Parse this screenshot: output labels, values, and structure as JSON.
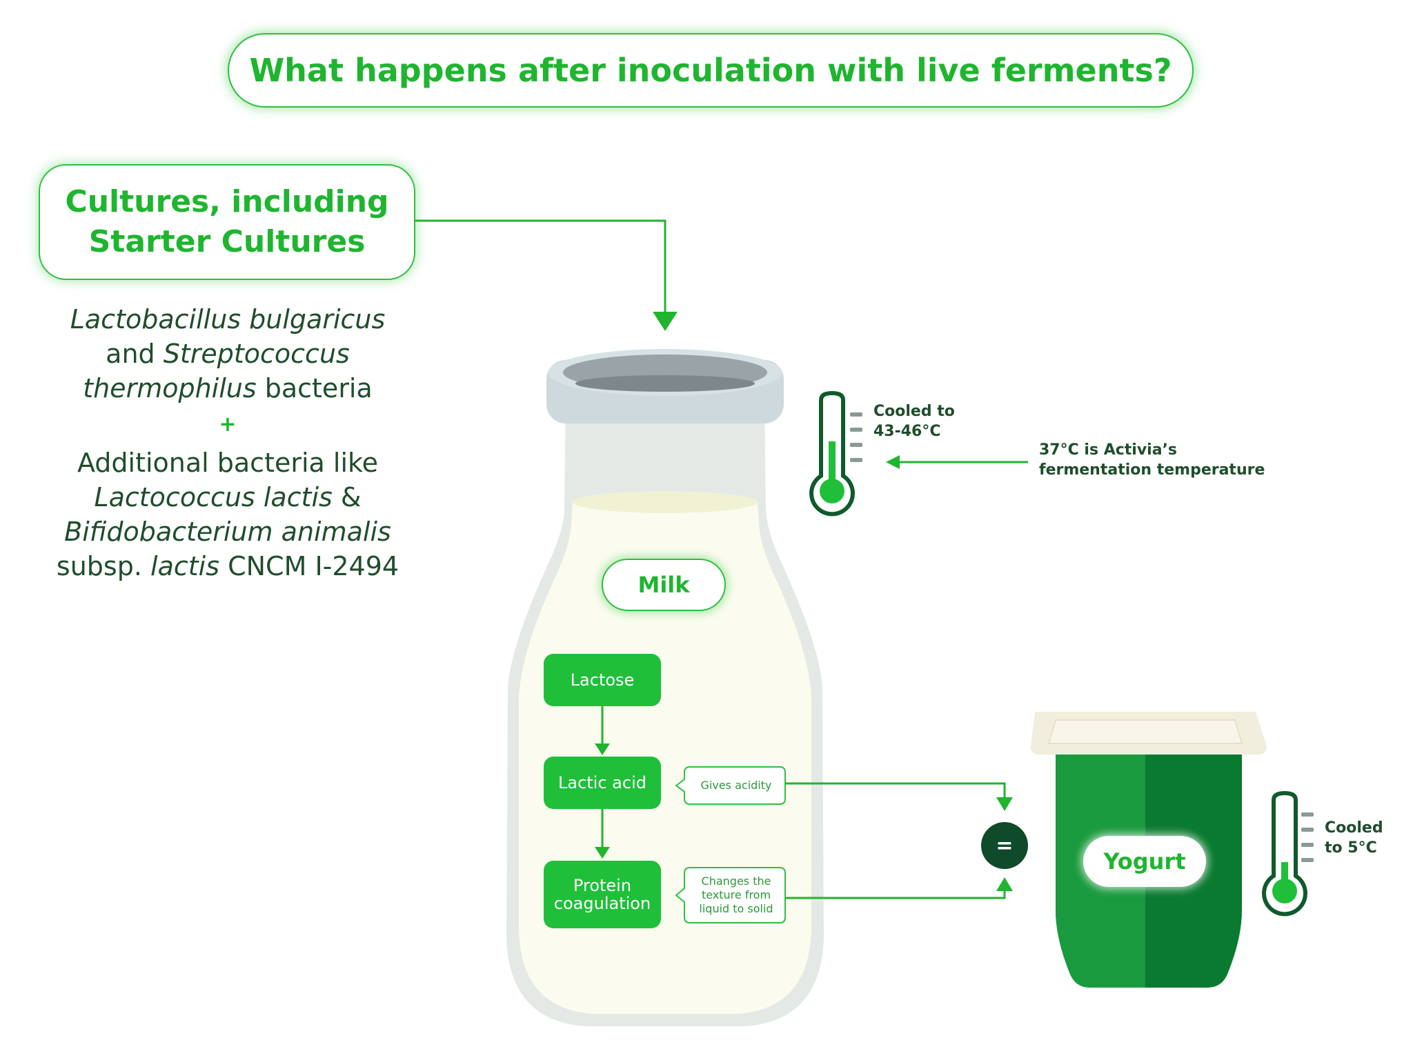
{
  "title": "What happens after inoculation with live ferments?",
  "cultures": {
    "line1": "Cultures, including",
    "line2": "Starter Cultures"
  },
  "bacteria": {
    "l1": "Lactobacillus bulgaricus",
    "l2a": "and ",
    "l2b": "Streptococcus",
    "l3a": "thermophilus",
    "l3b": " bacteria",
    "plus": "+",
    "l4": "Additional bacteria like",
    "l5a": "Lactococcus lactis",
    "l5b": " &",
    "l6": "Bifidobacterium animalis",
    "l7a": "subsp. ",
    "l7b": "lactis",
    "l7c": " CNCM I-2494"
  },
  "milk_label": "Milk",
  "steps": {
    "lactose": "Lactose",
    "lactic_acid": "Lactic acid",
    "protein_l1": "Protein",
    "protein_l2": "coagulation"
  },
  "callouts": {
    "acidity": "Gives acidity",
    "texture_l1": "Changes the",
    "texture_l2": "texture from",
    "texture_l3": "liquid to solid"
  },
  "thermometer1": {
    "l1": "Cooled to",
    "l2": "43-46°C"
  },
  "activia_note": {
    "l1": "37°C is Activia’s",
    "l2": "fermentation temperature"
  },
  "equals": "=",
  "yogurt_label": "Yogurt",
  "thermometer2": {
    "l1": "Cooled",
    "l2": "to 5°C"
  },
  "colors": {
    "accent": "#1fb52f",
    "step_fill": "#1fbf3a",
    "yogurt_cup": "#0f8a35",
    "equals_fill": "#0f4a2a",
    "milk": "#fbfcef"
  }
}
